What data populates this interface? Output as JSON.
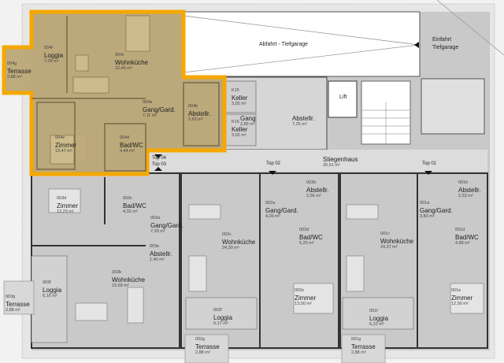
{
  "highlight_color": "#f5a800",
  "highlight_fill": "#bba777",
  "labels": {
    "ramp": "Abfahrt - Tiefgarage",
    "entry_line1": "Einfahrt",
    "entry_line2": "Tiefgarage",
    "lift": "Lift",
    "top04": "Top 04",
    "top03": "Top 03",
    "top02": "Top 02",
    "top01": "Top 01"
  },
  "rooms": [
    {
      "id": "004g",
      "name": "Terrasse",
      "area": "2,88 m²"
    },
    {
      "id": "004f",
      "name": "Loggia",
      "area": "7,09 m²"
    },
    {
      "id": "004c",
      "name": "Wohnküche",
      "area": "22,46 m²"
    },
    {
      "id": "004a",
      "name": "Gang/Gard.",
      "area": "7,11 m²"
    },
    {
      "id": "004b",
      "name": "Abstellr.",
      "area": "5,63 m²"
    },
    {
      "id": "004e",
      "name": "Zimmer",
      "area": "13,47 m²"
    },
    {
      "id": "004d",
      "name": "Bad/WC",
      "area": "4,44 m²"
    },
    {
      "id": "K15",
      "name": "Keller",
      "area": "3,02 m²"
    },
    {
      "id": "K16",
      "name": "Keller",
      "area": "3,02 m²"
    },
    {
      "id": "",
      "name": "Gang",
      "area": "2,89 m²"
    },
    {
      "id": "",
      "name": "Abstellr.",
      "area": "7,25 m²"
    },
    {
      "id": "",
      "name": "Stiegenhaus",
      "area": "26,51 m²"
    },
    {
      "id": "003d",
      "name": "Zimmer",
      "area": "13,29 m²"
    },
    {
      "id": "003c",
      "name": "Bad/WC",
      "area": "4,32 m²"
    },
    {
      "id": "003a",
      "name": "Gang/Gard.",
      "area": "7,33 m²"
    },
    {
      "id": "003e",
      "name": "Abstellr.",
      "area": "1,40 m²"
    },
    {
      "id": "003b",
      "name": "Wohnküche",
      "area": "19,99 m²"
    },
    {
      "id": "003f",
      "name": "Loggia",
      "area": "6,16 m²"
    },
    {
      "id": "003g",
      "name": "Terrasse",
      "area": "2,88 m²"
    },
    {
      "id": "002c",
      "name": "Wohnküche",
      "area": "24,30 m²"
    },
    {
      "id": "002f",
      "name": "Loggia",
      "area": "6,17 m²"
    },
    {
      "id": "002g",
      "name": "Terrasse",
      "area": "2,88 m²"
    },
    {
      "id": "002b",
      "name": "Abstellr.",
      "area": "2,56 m²"
    },
    {
      "id": "002a",
      "name": "Gang/Gard.",
      "area": "4,20 m²"
    },
    {
      "id": "002d",
      "name": "Bad/WC",
      "area": "5,20 m²"
    },
    {
      "id": "002e",
      "name": "Zimmer",
      "area": "13,00 m²"
    },
    {
      "id": "001c",
      "name": "Wohnküche",
      "area": "24,37 m²"
    },
    {
      "id": "001f",
      "name": "Loggia",
      "area": "6,22 m²"
    },
    {
      "id": "001g",
      "name": "Terrasse",
      "area": "2,88 m²"
    },
    {
      "id": "001b",
      "name": "Abstellr.",
      "area": "2,53 m²"
    },
    {
      "id": "001a",
      "name": "Gang/Gard.",
      "area": "3,83 m²"
    },
    {
      "id": "001d",
      "name": "Bad/WC",
      "area": "4,88 m²"
    },
    {
      "id": "001e",
      "name": "Zimmer",
      "area": "12,90 m²"
    }
  ]
}
